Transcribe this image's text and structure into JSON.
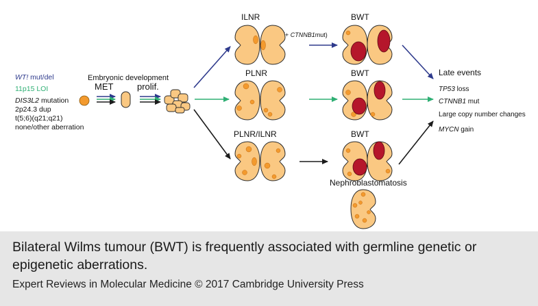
{
  "colors": {
    "kidney_fill": "#fac882",
    "kidney_stroke": "#2b2b2b",
    "lesion": "#f39a2e",
    "tumour": "#b5162b",
    "navy": "#2e3a8c",
    "green": "#2faf74",
    "black": "#1c1c1c",
    "caption_bg": "#e6e6e6"
  },
  "aberrations": {
    "wt1": "WT!",
    "wt1_suffix": " mut/del",
    "lohp15": "11p15 LOI",
    "dis3l2": "DIS3L2",
    "dis3l2_suffix": " mutation",
    "dup": "2p24.3 dup",
    "trans": "t(5;6)(q21;q21)",
    "none": "none/other aberration"
  },
  "development": {
    "embryonic": "Embryonic development",
    "met": "MET",
    "prolif": "prolif."
  },
  "branches": {
    "top_label": "ILNR",
    "top_note_prefix": "(+ ",
    "top_note_gene": "CTNNB1",
    "top_note_suffix": "mut)",
    "mid_label": "PLNR",
    "bot_label": "PLNR/ILNR",
    "bwt_label": "BWT",
    "nephro_label": "Nephroblastomatosis"
  },
  "late_events": {
    "title": "Late events",
    "e1_gene": "TP53",
    "e1_suffix": " loss",
    "e2_gene": "CTNNB1",
    "e2_suffix": " mut",
    "e3": "Large copy number changes",
    "e4_gene": "MYCN",
    "e4_suffix": " gain"
  },
  "caption": "Bilateral Wilms tumour (BWT) is frequently associated with germline genetic or epigenetic aberrations.",
  "credit": "Expert Reviews in Molecular Medicine © 2017 Cambridge University Press"
}
